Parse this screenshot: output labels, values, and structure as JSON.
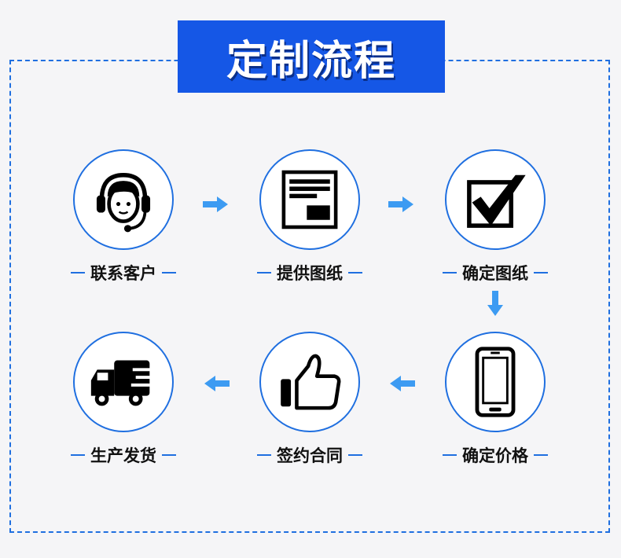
{
  "title": "定制流程",
  "colors": {
    "accent": "#1f6fe0",
    "banner": "#1557e6",
    "arrow": "#3d9bf2"
  },
  "steps": [
    {
      "label": "联系客户",
      "icon": "customer-service-icon"
    },
    {
      "label": "提供图纸",
      "icon": "document-icon"
    },
    {
      "label": "确定图纸",
      "icon": "checkmark-icon"
    },
    {
      "label": "确定价格",
      "icon": "phone-icon"
    },
    {
      "label": "签约合同",
      "icon": "thumbs-up-icon"
    },
    {
      "label": "生产发货",
      "icon": "delivery-truck-icon"
    }
  ]
}
